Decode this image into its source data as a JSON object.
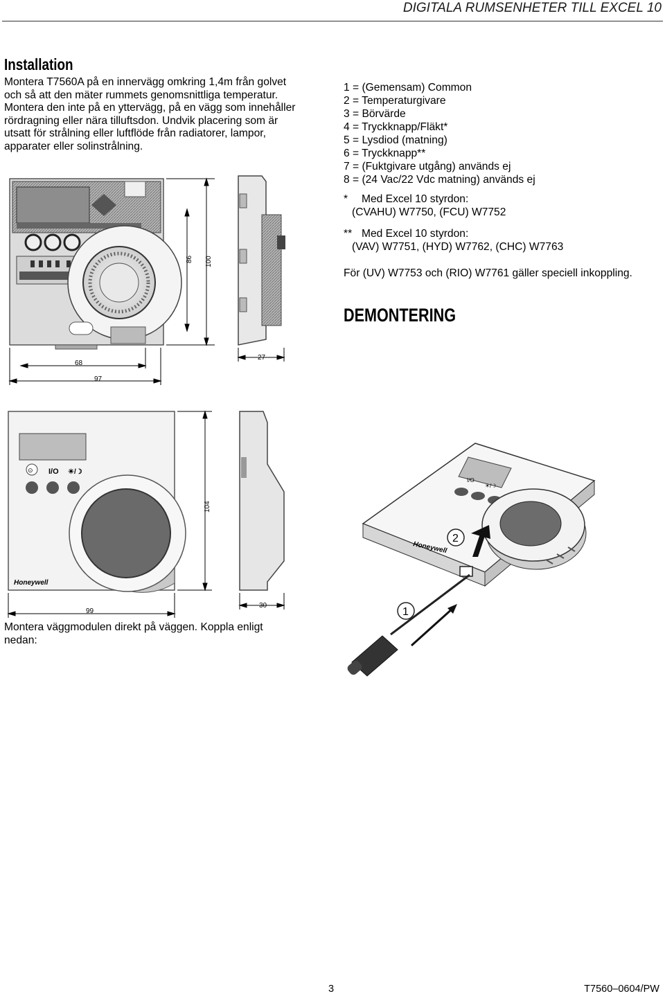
{
  "header": {
    "title": "DIGITALA RUMSENHETER TILL EXCEL 10"
  },
  "installation": {
    "heading": "Installation",
    "lines": [
      "Montera T7560A på en innervägg omkring 1,4m från golvet",
      "och så att den mäter rummets genomsnittliga temperatur.",
      "Montera den inte på en yttervägg, på en vägg som innehåller",
      "rördragning eller nära tilluftsdon. Undvik placering som är",
      "utsatt för strålning eller luftflöde från radiatorer, lampor,",
      "apparater eller solinstrålning."
    ]
  },
  "terminals": {
    "items": [
      "1 = (Gemensam) Common",
      "2 = Temperaturgivare",
      "3 = Börvärde",
      "4 = Tryckknapp/Fläkt*",
      "5 = Lysdiod (matning)",
      "6 = Tryckknapp**",
      "7 = (Fuktgivare utgång) används ej",
      "8 = (24 Vac/22 Vdc matning) används ej"
    ],
    "note1_marker": "*",
    "note1_line1": "Med Excel 10 styrdon:",
    "note1_line2": "(CVAHU) W7750, (FCU) W7752",
    "note2_marker": "**",
    "note2_line1": "Med Excel 10 styrdon:",
    "note2_line2": "(VAV) W7751, (HYD) W7762, (CHC) W7763",
    "special": "För (UV) W7753 och (RIO) W7761 gäller speciell inkoppling."
  },
  "demontering": {
    "heading": "DEMONTERING"
  },
  "drawing1": {
    "dim_86": "86",
    "dim_100": "100",
    "dim_68": "68",
    "dim_97": "97",
    "dim_27": "27"
  },
  "drawing2": {
    "dim_104": "104",
    "dim_99": "99",
    "dim_30": "30",
    "btn_a": "⊙",
    "btn_io": "I/O",
    "btn_sun": "☀/☽",
    "brand": "Honeywell"
  },
  "drawing3": {
    "step1": "1",
    "step2": "2",
    "brand": "Honeywell",
    "btn_io": "I/O",
    "btn_sun": "☀/☽"
  },
  "mount_text": {
    "line1": "Montera väggmodulen direkt på väggen. Koppla enligt",
    "line2": "nedan:"
  },
  "footer": {
    "page": "3",
    "doc": "T7560–0604/PW"
  }
}
